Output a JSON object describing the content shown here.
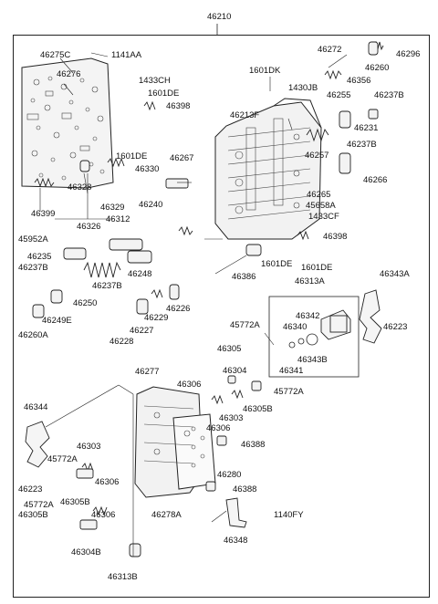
{
  "diagram": {
    "assembly_number": "46210",
    "parts": [
      {
        "id": "p01",
        "text": "46275C"
      },
      {
        "id": "p02",
        "text": "1141AA"
      },
      {
        "id": "p03",
        "text": "46276"
      },
      {
        "id": "p04",
        "text": "1433CH"
      },
      {
        "id": "p05",
        "text": "1601DE"
      },
      {
        "id": "p06",
        "text": "46398"
      },
      {
        "id": "p07",
        "text": "46272"
      },
      {
        "id": "p08",
        "text": "46296"
      },
      {
        "id": "p09",
        "text": "46260"
      },
      {
        "id": "p10",
        "text": "1601DK"
      },
      {
        "id": "p11",
        "text": "1430JB"
      },
      {
        "id": "p12",
        "text": "46356"
      },
      {
        "id": "p13",
        "text": "46255"
      },
      {
        "id": "p14",
        "text": "46237B"
      },
      {
        "id": "p15",
        "text": "46213F"
      },
      {
        "id": "p16",
        "text": "46231"
      },
      {
        "id": "p17",
        "text": "1601DE"
      },
      {
        "id": "p18",
        "text": "46330"
      },
      {
        "id": "p19",
        "text": "46267"
      },
      {
        "id": "p20",
        "text": "46237B"
      },
      {
        "id": "p21",
        "text": "46257"
      },
      {
        "id": "p22",
        "text": "46266"
      },
      {
        "id": "p23",
        "text": "46328"
      },
      {
        "id": "p24",
        "text": "46265"
      },
      {
        "id": "p25",
        "text": "45658A"
      },
      {
        "id": "p26",
        "text": "46399"
      },
      {
        "id": "p27",
        "text": "46329"
      },
      {
        "id": "p28",
        "text": "46240"
      },
      {
        "id": "p29",
        "text": "1433CF"
      },
      {
        "id": "p30",
        "text": "46326"
      },
      {
        "id": "p31",
        "text": "46312"
      },
      {
        "id": "p32",
        "text": "45952A"
      },
      {
        "id": "p33",
        "text": "46398"
      },
      {
        "id": "p34",
        "text": "46235"
      },
      {
        "id": "p35",
        "text": "1601DE"
      },
      {
        "id": "p36",
        "text": "1601DE"
      },
      {
        "id": "p37",
        "text": "46237B"
      },
      {
        "id": "p38",
        "text": "46248"
      },
      {
        "id": "p39",
        "text": "46386"
      },
      {
        "id": "p40",
        "text": "46343A"
      },
      {
        "id": "p41",
        "text": "46313A"
      },
      {
        "id": "p42",
        "text": "46237B"
      },
      {
        "id": "p43",
        "text": "46250"
      },
      {
        "id": "p44",
        "text": "46226"
      },
      {
        "id": "p45",
        "text": "46249E"
      },
      {
        "id": "p46",
        "text": "46229"
      },
      {
        "id": "p47",
        "text": "46342"
      },
      {
        "id": "p48",
        "text": "46227"
      },
      {
        "id": "p49",
        "text": "45772A"
      },
      {
        "id": "p50",
        "text": "46340"
      },
      {
        "id": "p51",
        "text": "46223"
      },
      {
        "id": "p52",
        "text": "46260A"
      },
      {
        "id": "p53",
        "text": "46228"
      },
      {
        "id": "p54",
        "text": "46343B"
      },
      {
        "id": "p55",
        "text": "46341"
      },
      {
        "id": "p56",
        "text": "46305"
      },
      {
        "id": "p57",
        "text": "46277"
      },
      {
        "id": "p58",
        "text": "46304"
      },
      {
        "id": "p59",
        "text": "45772A"
      },
      {
        "id": "p60",
        "text": "46306"
      },
      {
        "id": "p61",
        "text": "46305B"
      },
      {
        "id": "p62",
        "text": "46344"
      },
      {
        "id": "p63",
        "text": "46303"
      },
      {
        "id": "p64",
        "text": "46306"
      },
      {
        "id": "p65",
        "text": "46388"
      },
      {
        "id": "p66",
        "text": "46303"
      },
      {
        "id": "p67",
        "text": "45772A"
      },
      {
        "id": "p68",
        "text": "46280"
      },
      {
        "id": "p69",
        "text": "46306"
      },
      {
        "id": "p70",
        "text": "46223"
      },
      {
        "id": "p71",
        "text": "46305B"
      },
      {
        "id": "p72",
        "text": "46388"
      },
      {
        "id": "p73",
        "text": "45772A"
      },
      {
        "id": "p74",
        "text": "46278A"
      },
      {
        "id": "p75",
        "text": "1140FY"
      },
      {
        "id": "p76",
        "text": "46305B"
      },
      {
        "id": "p77",
        "text": "46306"
      },
      {
        "id": "p78",
        "text": "46304B"
      },
      {
        "id": "p79",
        "text": "46348"
      },
      {
        "id": "p80",
        "text": "46313B"
      }
    ]
  }
}
